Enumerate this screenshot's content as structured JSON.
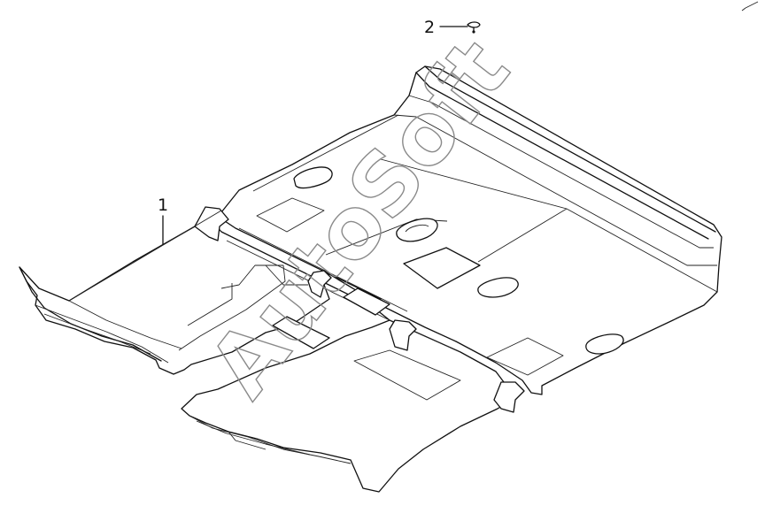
{
  "callouts": {
    "part1": "1",
    "part2": "2"
  },
  "watermark": {
    "text": "AutoSoft",
    "color": "#8a8a8a"
  },
  "icons": {
    "corner_mark": "pencil-icon"
  }
}
